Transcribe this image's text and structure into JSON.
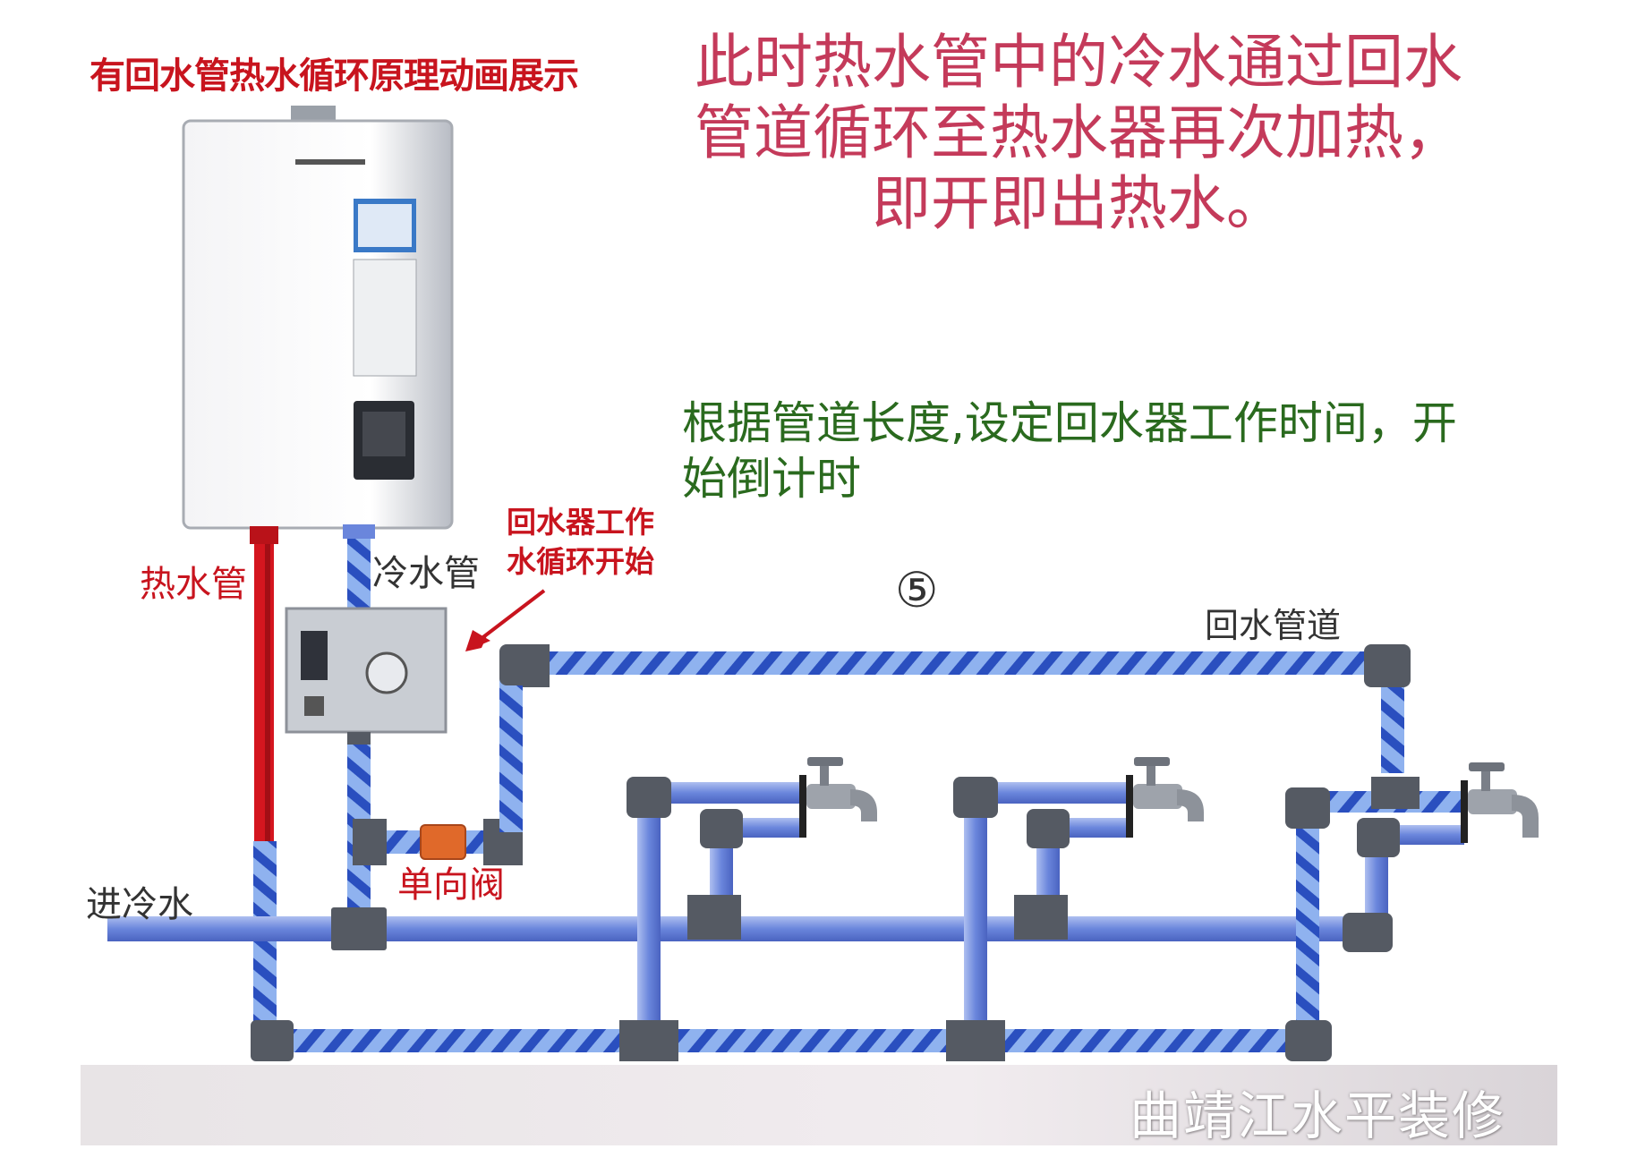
{
  "title": "有回水管热水循环原理动画展示",
  "explanation": "此时热水管中的冷水通过回水管道循环至热水器再次加热，即开即出热水。",
  "note": "根据管道长度,设定回水器工作时间，开始倒计时",
  "labels": {
    "hot_pipe": "热水管",
    "cold_pipe": "冷水管",
    "pump_working": "回水器工作水循环开始",
    "step": "⑤",
    "return_pipe": "回水管道",
    "check_valve": "单向阀",
    "cold_inlet": "进冷水"
  },
  "watermark": "曲靖江水平装修",
  "colors": {
    "title_red": "#c8141e",
    "explanation_pink": "#c43a5a",
    "note_green": "#2a6a1e",
    "hot_pipe": "#d4161f",
    "cold_pipe": "#5b78d8",
    "return_pipe_stripe": "#2a4fbf",
    "fitting": "#555a63",
    "check_valve": "#e0692a"
  },
  "icons": [
    "water-heater-icon",
    "recirculation-pump-icon",
    "faucet-icon",
    "faucet-icon",
    "faucet-icon",
    "arrow-icon"
  ]
}
